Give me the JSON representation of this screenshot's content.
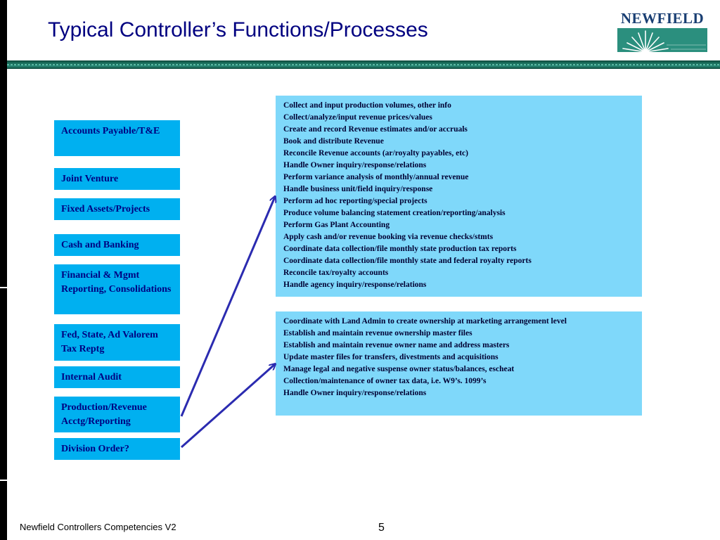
{
  "slide": {
    "title": "Typical Controller’s Functions/Processes",
    "logo_text": "NEWFIELD",
    "footer": "Newfield Controllers Competencies V2",
    "page_number": "5"
  },
  "functions": [
    {
      "label": "Accounts Payable/T&E"
    },
    {
      "label": "Joint Venture"
    },
    {
      "label": "Fixed Assets/Projects"
    },
    {
      "label": "Cash and Banking"
    },
    {
      "label": "Financial & Mgmt Reporting, Consolidations"
    },
    {
      "label": "Fed, State, Ad Valorem Tax Reptg"
    },
    {
      "label": "Internal Audit"
    },
    {
      "label": "Production/Revenue Acctg/Reporting"
    },
    {
      "label": "Division Order?"
    }
  ],
  "revenue_processes": [
    "Collect and input production volumes, other info",
    "Collect/analyze/input revenue prices/values",
    "Create and record Revenue estimates and/or accruals",
    "Book and distribute Revenue",
    "Reconcile Revenue accounts  (ar/royalty payables, etc)",
    "Handle Owner inquiry/response/relations",
    "Perform variance analysis of monthly/annual revenue",
    "Handle business unit/field inquiry/response",
    "Perform ad hoc reporting/special projects",
    "Produce volume balancing statement creation/reporting/analysis",
    "Perform Gas Plant Accounting",
    "Apply cash and/or revenue booking via revenue checks/stmts",
    "Coordinate data collection/file monthly state production tax reports",
    "Coordinate data collection/file monthly state and federal royalty reports",
    "Reconcile tax/royalty accounts",
    "Handle agency inquiry/response/relations"
  ],
  "division_order_processes": [
    "Coordinate with Land Admin to create ownership at marketing arrangement level",
    "Establish and maintain revenue ownership master files",
    "Establish and maintain revenue owner name and address masters",
    "Update master files for transfers, divestments and acquisitions",
    "Manage legal and negative suspense owner status/balances, escheat",
    "Collection/maintenance of owner tax data, i.e. W9’s. 1099’s",
    "Handle Owner inquiry/response/relations"
  ],
  "colors": {
    "title": "#000080",
    "function_box": "#00b0f0",
    "process_box": "#7fd8fa",
    "arrow": "#2b2bb0",
    "header_band": "#1f7e6b"
  }
}
